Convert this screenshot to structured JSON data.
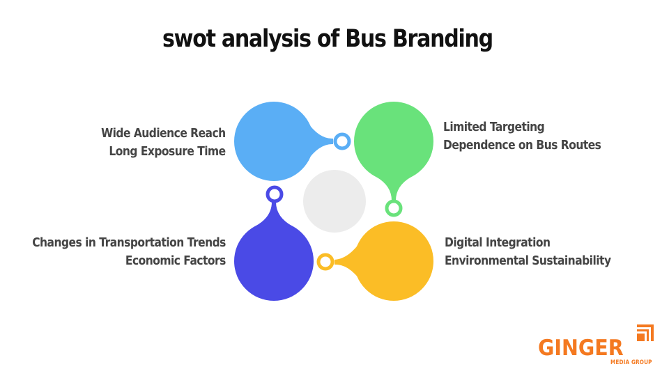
{
  "title": "swot analysis of Bus Branding",
  "quadrants": {
    "strengths": {
      "color": "#5aaef5",
      "lines": [
        "Wide Audience Reach",
        "Long Exposure Time"
      ]
    },
    "weaknesses": {
      "color": "#69e27b",
      "lines": [
        "Limited Targeting",
        "Dependence on Bus Routes"
      ]
    },
    "threats": {
      "color": "#4a4ae6",
      "lines": [
        "Changes in Transportation Trends",
        "Economic Factors"
      ]
    },
    "opportunities": {
      "color": "#fbbd26",
      "lines": [
        "Digital Integration",
        "Environmental Sustainability"
      ]
    }
  },
  "center": {
    "color": "#ececec"
  },
  "logo": {
    "word": "GINGER",
    "subtitle": "MEDIA GROUP",
    "color": "#f47920"
  }
}
